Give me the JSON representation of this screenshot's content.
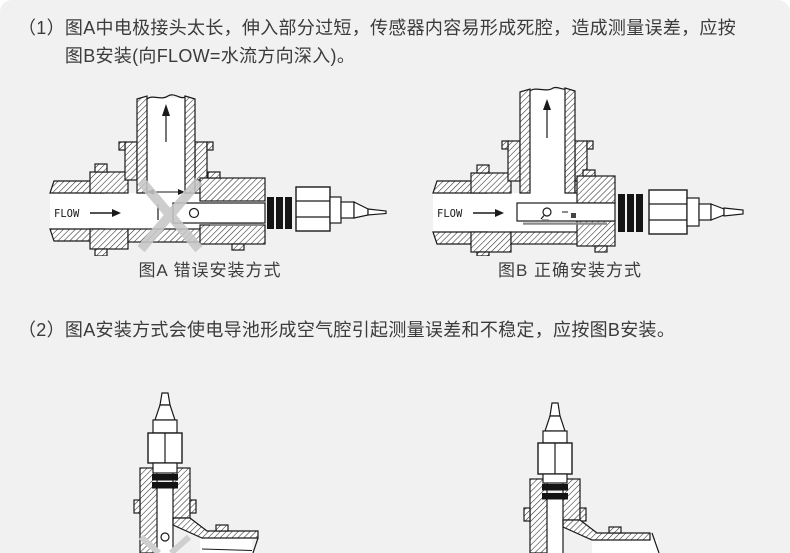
{
  "page": {
    "panel_color": "#f1f1f1",
    "text_color": "#3b3b3b",
    "line_color": "#1a1a1a",
    "cross_color": "#c7c7c7"
  },
  "paragraph1": {
    "marker": "（1）",
    "line1": "图A中电极接头太长，伸入部分过短，传感器内容易形成死腔，造成测量误差，应按",
    "line2": "图B安装(向FLOW=水流方向深入)。"
  },
  "paragraph2": {
    "marker": "（2）",
    "text": "图A安装方式会使电导池形成空气腔引起测量误差和不稳定，应按图B安装。"
  },
  "figure_a": {
    "caption": "图A 错误安装方式",
    "flow_label": "FLOW"
  },
  "figure_b": {
    "caption": "图B 正确安装方式",
    "flow_label": "FLOW"
  }
}
